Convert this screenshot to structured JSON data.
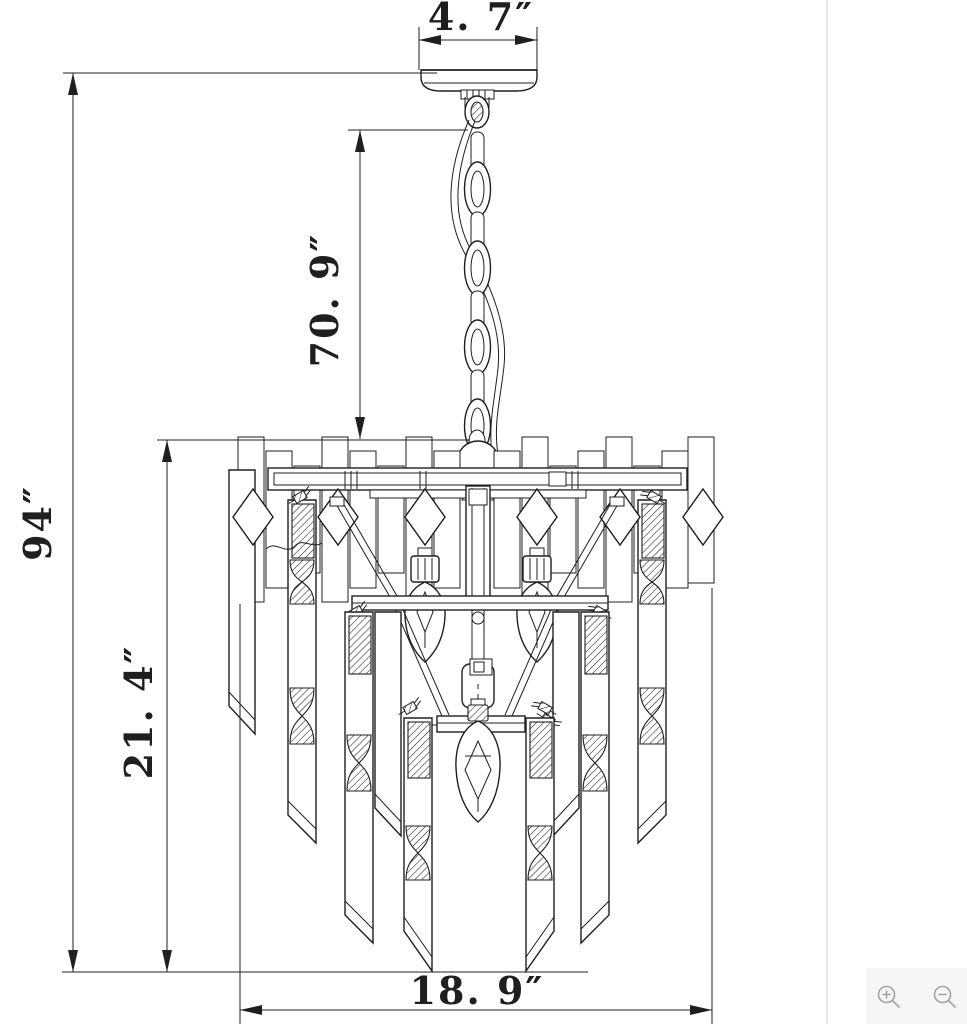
{
  "drawing": {
    "name": "Chandelier dimension line drawing",
    "dimensions": {
      "canopy_width": "4. 7″",
      "chain_drop": "70. 9″",
      "overall_height": "94″",
      "body_height": "21. 4″",
      "body_width": "18. 9″"
    }
  },
  "viewer": {
    "controls": [
      {
        "id": "zoom-in",
        "glyph": "+"
      },
      {
        "id": "zoom-out",
        "glyph": "−"
      }
    ]
  },
  "colors": {
    "line": "#1f1f1f",
    "background": "#ffffff",
    "divider": "#e9e9e9",
    "panel": "#f6f6f6",
    "icon": "#a3a3a3"
  }
}
